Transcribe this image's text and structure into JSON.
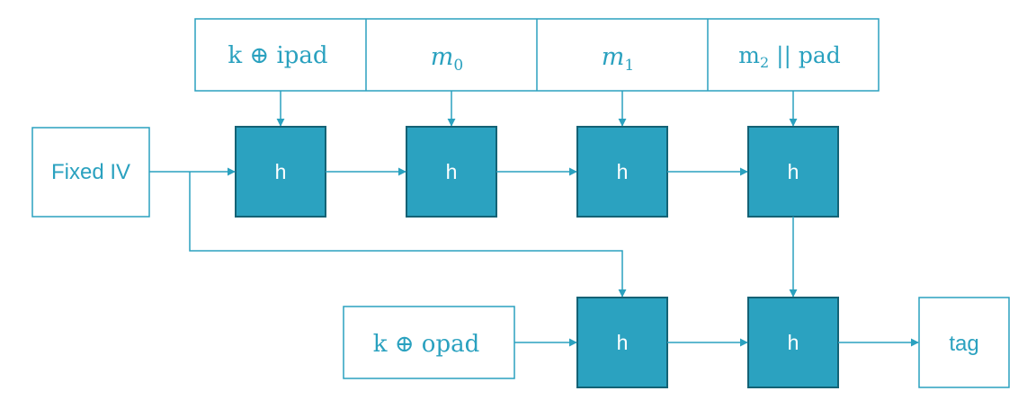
{
  "colors": {
    "accent": "#2aa1bf",
    "box_fill": "#2ba2c0",
    "box_border": "#146275",
    "outline": "#2aa1bf",
    "text": "#2aa1bf",
    "h_text": "#ffffff"
  },
  "message_blocks": [
    {
      "id": "kipad",
      "text": "k ⊕ ipad",
      "style": "roman"
    },
    {
      "id": "m0",
      "base": "m",
      "sub": "0",
      "style": "italic-sub"
    },
    {
      "id": "m1",
      "base": "m",
      "sub": "1",
      "style": "italic-sub"
    },
    {
      "id": "m2pad",
      "base": "m",
      "sub": "2",
      "tail": " || pad",
      "style": "roman-sub"
    }
  ],
  "fixed_iv": {
    "label": "Fixed IV"
  },
  "kopad": {
    "label": "k ⊕ opad"
  },
  "tag": {
    "label": "tag"
  },
  "h_label": "h"
}
